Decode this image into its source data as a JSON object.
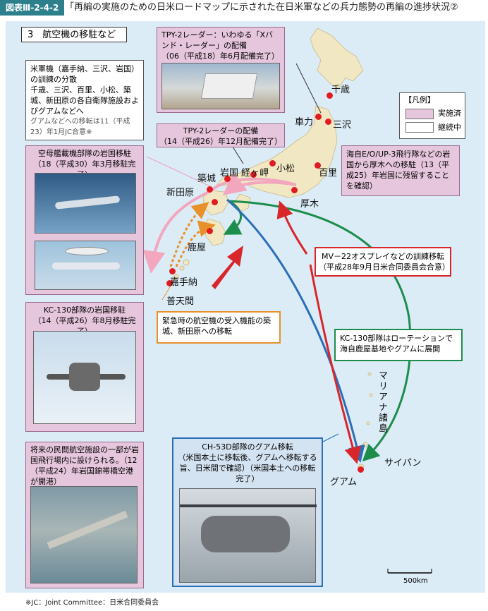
{
  "header": {
    "fig_tag": "図表Ⅲ-2-4-2",
    "title": "「再編の実施のための日米ロードマップに示された在日米軍などの兵力態勢の再編の進捗状況②"
  },
  "section_title": "3　航空機の移駐など",
  "legend": {
    "title": "【凡例】",
    "items": [
      {
        "label": "実施済",
        "color": "#e6c6dd"
      },
      {
        "label": "継続中",
        "color": "#ffffff"
      }
    ]
  },
  "boxes": {
    "training": {
      "text1": "米軍機（嘉手納、三沢、岩国）の訓練の分散",
      "text2": "千歳、三沢、百里、小松、築城、新田原の各自衛隊施設およびグアムなどへ",
      "note": "グアムなどへの移転は11（平成23）年1月JC合意※"
    },
    "tpy_xband": {
      "text": "TPY-2レーダー：いわゆる「Xバンド・レーダー」の配備",
      "sub": "（06（平成18）年6月配備完了）"
    },
    "tpy_kyogamisaki": {
      "text": "TPY-2レーダーの配備",
      "sub": "（14（平成26）年12月配備完了）"
    },
    "carrier_wing": {
      "text": "空母艦載機部隊の岩国移駐",
      "sub": "（18（平成30）年3月移駐完了）"
    },
    "p3": {
      "text": "海自E/O/UP-3飛行隊などの岩国から厚木への移駐（13（平成25）年岩国に残留することを確認）"
    },
    "mv22": {
      "text1": "MV－22オスプレイなどの訓練移転",
      "text2": "（平成28年9月日米合同委員会合意）"
    },
    "emergency": {
      "text": "緊急時の航空機の受入機能の築城、新田原への移転"
    },
    "kc130_iwakuni": {
      "text": "KC-130部隊の岩国移駐",
      "sub": "（14（平成26）年8月移駐完了）"
    },
    "kc130_rotation": {
      "text": "KC-130部隊はローテーションで海自鹿屋基地やグアムに展開"
    },
    "civil": {
      "text": "将来の民間航空施設の一部が岩国飛行場内に設けられる。（12（平成24）年岩国錦帯橋空港が開港）"
    },
    "ch53": {
      "text": "CH-53D部隊のグアム移転",
      "sub": "（米国本土に移転後、グアムへ移転する旨、日米間で確認）（米国本土への移転完了）"
    }
  },
  "cities": {
    "chitose": "千歳",
    "shariki": "車力",
    "misawa": "三沢",
    "tsuiki": "築城",
    "iwakuni": "岩国",
    "kyogamisaki": "経ヶ岬",
    "komatsu": "小松",
    "hyakuri": "百里",
    "nyutabaru": "新田原",
    "atsugi": "厚木",
    "kanoya": "鹿屋",
    "kadena": "嘉手納",
    "futenma": "普天間",
    "guam": "グアム",
    "saipan": "サイパン",
    "marianas": "マリアナ諸島"
  },
  "scale": "500km",
  "footnote": "※JC：Joint Committee：日米合同委員会",
  "colors": {
    "red": "#d8262a",
    "green": "#1d8d4c",
    "blue": "#2a6fb8",
    "orange": "#e8912a",
    "pink": "#f2a7bf",
    "land": "#f1e7c3"
  }
}
